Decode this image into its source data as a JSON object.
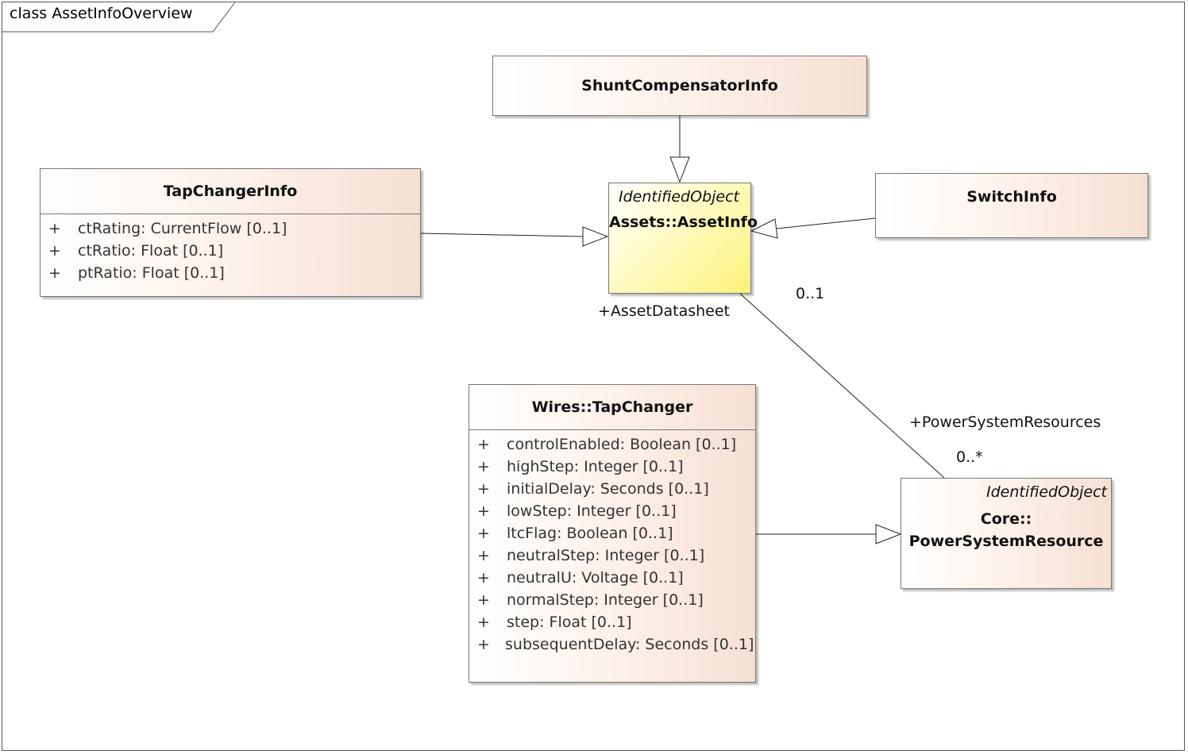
{
  "frame": {
    "title": "class AssetInfoOverview"
  },
  "classes": {
    "shunt": {
      "name": "ShuntCompensatorInfo"
    },
    "tapChangerInfo": {
      "name": "TapChangerInfo",
      "attributes": [
        {
          "vis": "+",
          "text": "ctRating: CurrentFlow [0..1]"
        },
        {
          "vis": "+",
          "text": "ctRatio: Float [0..1]"
        },
        {
          "vis": "+",
          "text": "ptRatio: Float [0..1]"
        }
      ]
    },
    "assetInfo": {
      "stereotype": "IdentifiedObject",
      "name": "Assets::AssetInfo"
    },
    "switchInfo": {
      "name": "SwitchInfo"
    },
    "tapChanger": {
      "name": "Wires::TapChanger",
      "attributes": [
        {
          "vis": "+",
          "text": "controlEnabled: Boolean [0..1]"
        },
        {
          "vis": "+",
          "text": "highStep: Integer [0..1]"
        },
        {
          "vis": "+",
          "text": "initialDelay: Seconds [0..1]"
        },
        {
          "vis": "+",
          "text": "lowStep: Integer [0..1]"
        },
        {
          "vis": "+",
          "text": "ltcFlag: Boolean [0..1]"
        },
        {
          "vis": "+",
          "text": "neutralStep: Integer [0..1]"
        },
        {
          "vis": "+",
          "text": "neutralU: Voltage [0..1]"
        },
        {
          "vis": "+",
          "text": "normalStep: Integer [0..1]"
        },
        {
          "vis": "+",
          "text": "step: Float [0..1]"
        },
        {
          "vis": "+",
          "text": "subsequentDelay: Seconds [0..1]"
        }
      ]
    },
    "psr": {
      "stereotype": "IdentifiedObject",
      "name_line1": "Core::",
      "name_line2": "PowerSystemResource"
    }
  },
  "association": {
    "role_asset": "+AssetDatasheet",
    "mult_asset": "0..1",
    "role_psr": "+PowerSystemResources",
    "mult_psr": "0..*"
  }
}
